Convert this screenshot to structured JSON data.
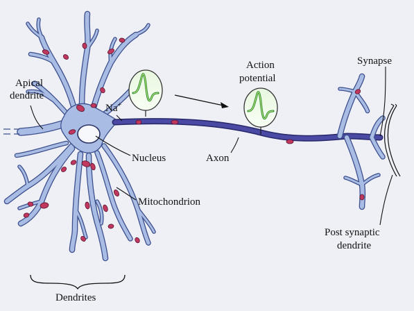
{
  "labels": {
    "apical_dendrite_line1": "Apical",
    "apical_dendrite_line2": "dendrite",
    "na_ion": "Na",
    "na_ion_charge": "+",
    "action_potential_line1": "Action",
    "action_potential_line2": "potential",
    "synapse": "Synapse",
    "nucleus": "Nucleus",
    "axon": "Axon",
    "mitochondrion": "Mitochondrion",
    "post_synaptic_line1": "Post synaptic",
    "post_synaptic_line2": "dendrite",
    "dendrites": "Dendrites"
  },
  "colors": {
    "background": "#eef0f6",
    "cell_body": "#a9bce3",
    "cell_outline": "#3d4f8d",
    "axon": "#4a49a3",
    "mitochondria": "#c0385e",
    "signal_wave": "#2e8a2e"
  }
}
